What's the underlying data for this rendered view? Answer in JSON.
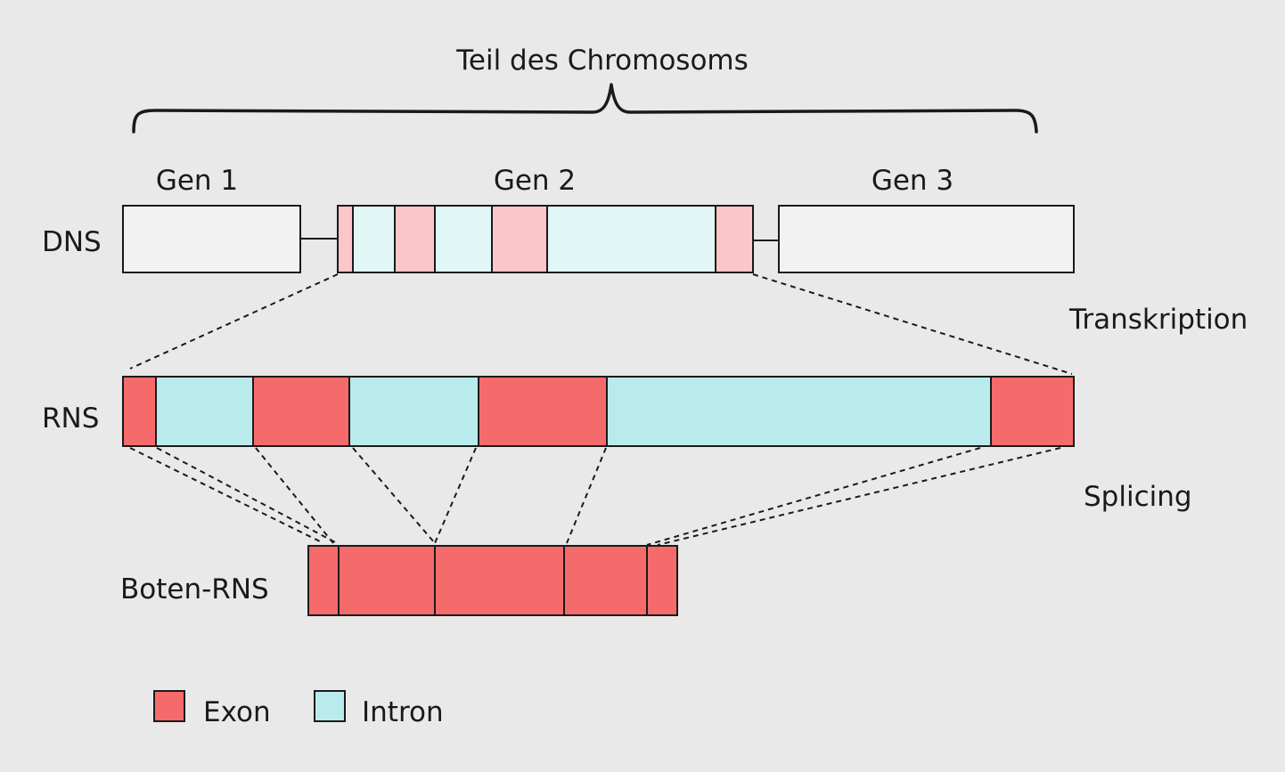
{
  "title": "Teil des Chromosoms",
  "genes": {
    "gen1": "Gen 1",
    "gen2": "Gen 2",
    "gen3": "Gen 3"
  },
  "rows": {
    "dna": "DNS",
    "rna": "RNS",
    "mrna": "Boten-RNS"
  },
  "processes": {
    "transcription": "Transkription",
    "splicing": "Splicing"
  },
  "legend": {
    "exon": "Exon",
    "intron": "Intron"
  },
  "colors": {
    "background": "#e9e9e9",
    "exon": "#f56b6b",
    "intron": "#b9ebec",
    "exon_light": "#fcc6c8",
    "intron_light": "#e0f7f6",
    "gene_box": "#f2f2f2",
    "stroke": "#1a1a1a"
  },
  "gen2_segments": [
    "exon",
    "intron",
    "exon",
    "intron",
    "exon",
    "intron",
    "exon"
  ]
}
